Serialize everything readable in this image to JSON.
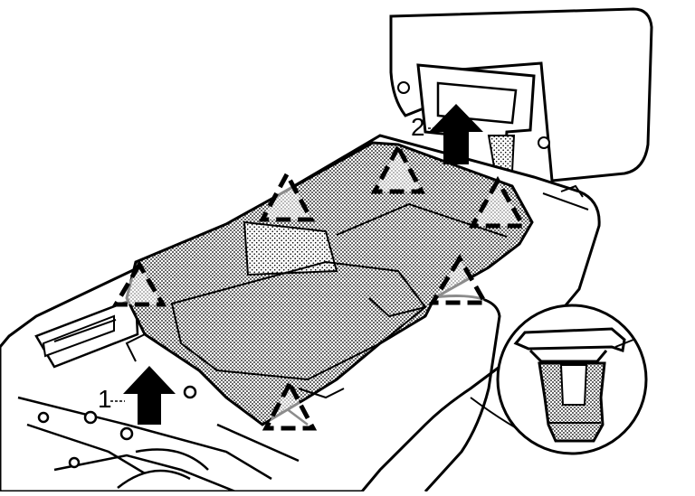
{
  "labels": {
    "step_1": "1",
    "step_2": "2"
  },
  "colors": {
    "line": "#000000",
    "background": "#ffffff",
    "shade": "#8a8a8a"
  },
  "icons": {
    "clip_marker": "dashed-triangle",
    "pull_direction": "up-arrow",
    "detail_view": "magnifier-circle"
  }
}
